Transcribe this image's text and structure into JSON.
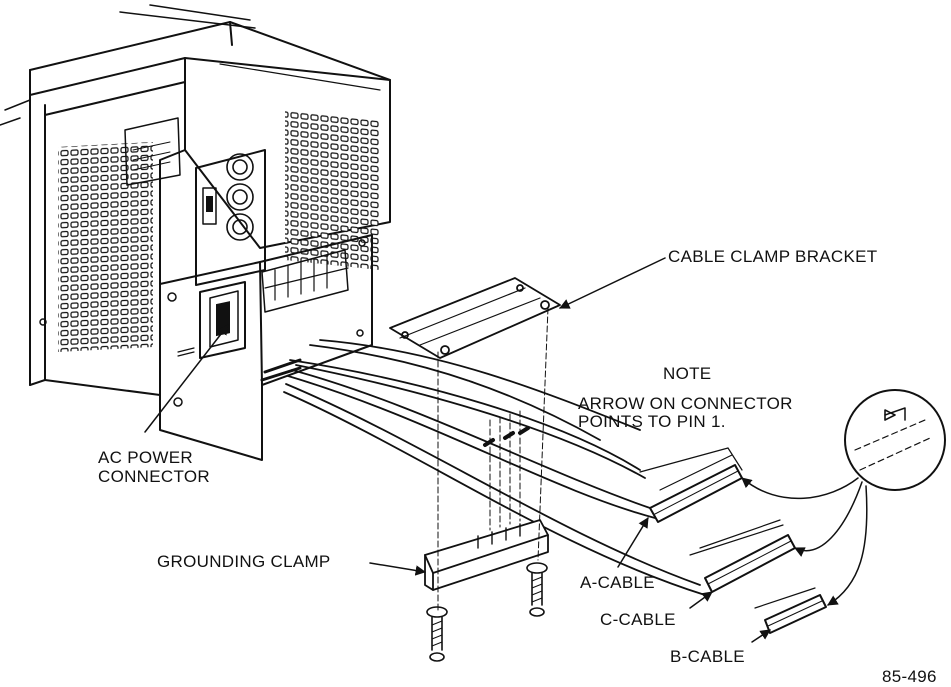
{
  "labels": {
    "cable_clamp_bracket": "CABLE CLAMP BRACKET",
    "note_title": "NOTE",
    "note_line1": "ARROW ON CONNECTOR",
    "note_line2": "POINTS TO PIN 1.",
    "ac_power_line1": "AC POWER",
    "ac_power_line2": "CONNECTOR",
    "grounding_clamp": "GROUNDING CLAMP",
    "a_cable": "A-CABLE",
    "c_cable": "C-CABLE",
    "b_cable": "B-CABLE",
    "figure_number": "85-496"
  },
  "colors": {
    "ink": "#111111",
    "paper": "#ffffff"
  }
}
